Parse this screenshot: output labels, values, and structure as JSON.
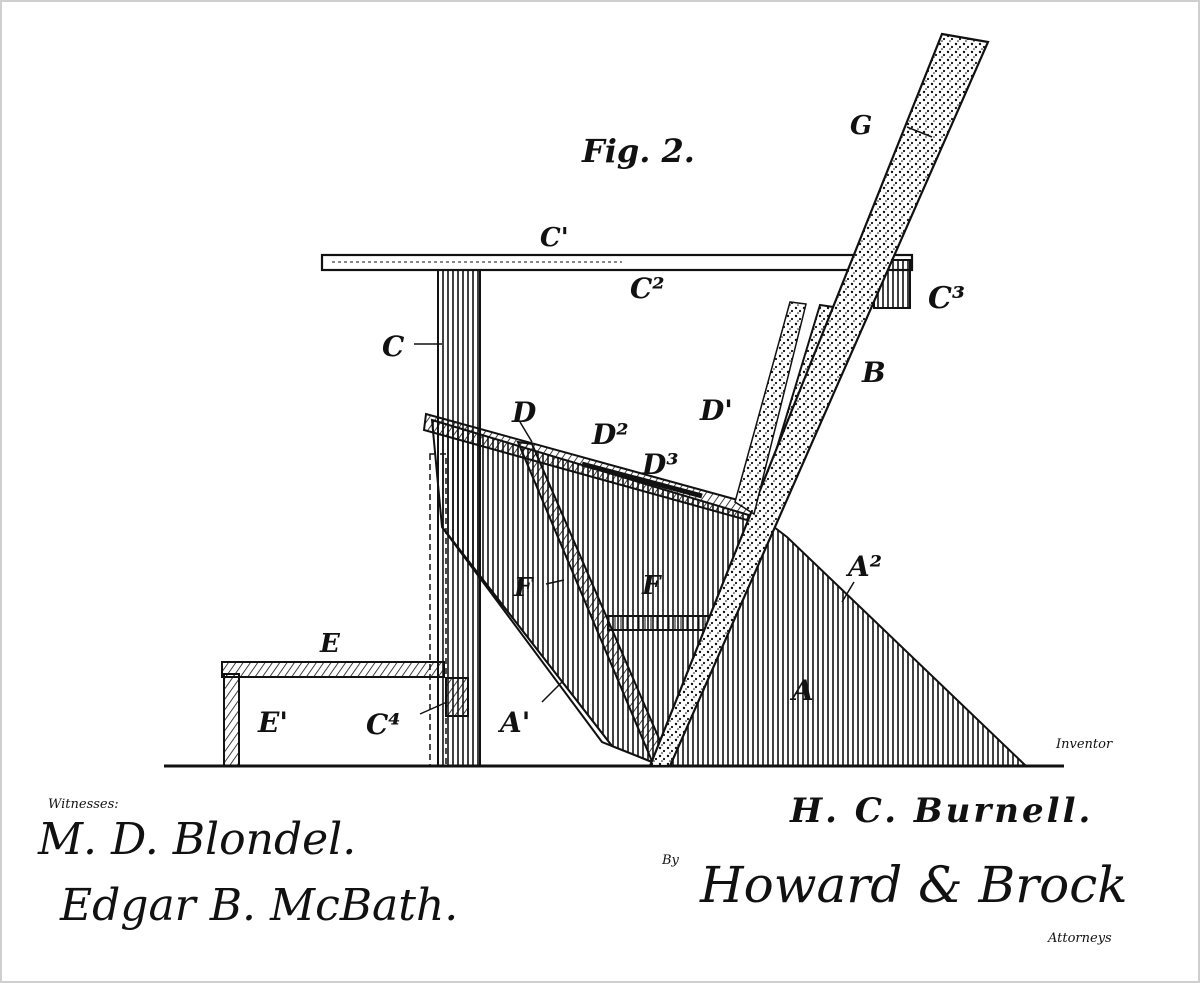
{
  "figure_label": "Fig. 2.",
  "parts": {
    "G": "G",
    "C_prime": "C'",
    "C2": "C²",
    "C3": "C³",
    "C": "C",
    "B": "B",
    "D_prime": "D'",
    "D": "D",
    "D2": "D²",
    "D3": "D³",
    "A2": "A²",
    "F1": "F",
    "F2": "F",
    "E": "E",
    "E1": "E'",
    "C4": "C⁴",
    "A1": "A'",
    "A": "A"
  },
  "captions": {
    "witnesses": "Witnesses:",
    "by": "By",
    "inventor_caption": "Inventor",
    "attorneys": "Attorneys"
  },
  "names": {
    "witness_1": "M. D. Blondel.",
    "witness_2": "Edgar B. McBath.",
    "inventor": "H. C. Burnell.",
    "attorney": "Howard & Brock"
  },
  "colors": {
    "ink": "#111111",
    "paper": "#ffffff",
    "frame": "#cfcfcf"
  }
}
